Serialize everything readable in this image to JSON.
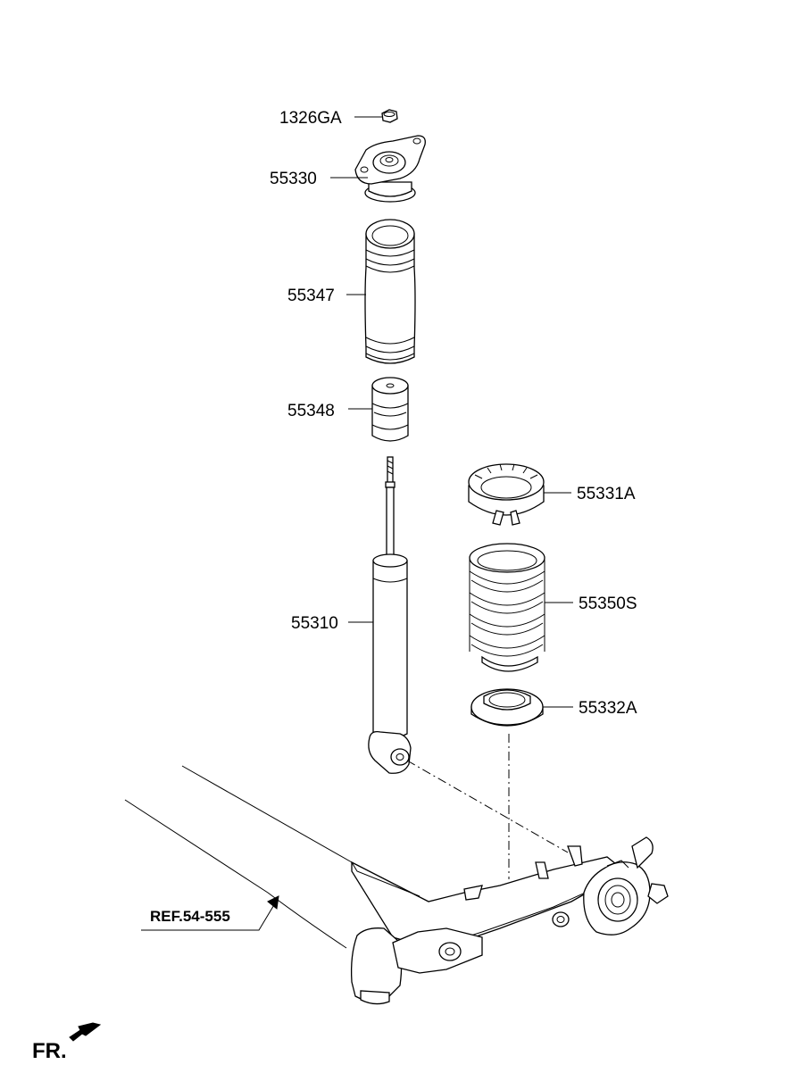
{
  "parts": [
    {
      "id": "nut",
      "number": "1326GA"
    },
    {
      "id": "top_mount",
      "number": "55330"
    },
    {
      "id": "dust_cover",
      "number": "55347"
    },
    {
      "id": "bump_stopper",
      "number": "55348"
    },
    {
      "id": "upper_spring_pad",
      "number": "55331A"
    },
    {
      "id": "coil_spring",
      "number": "55350S"
    },
    {
      "id": "shock_absorber",
      "number": "55310"
    },
    {
      "id": "lower_spring_pad",
      "number": "55332A"
    }
  ],
  "reference": "REF.54-555",
  "direction": "FR."
}
